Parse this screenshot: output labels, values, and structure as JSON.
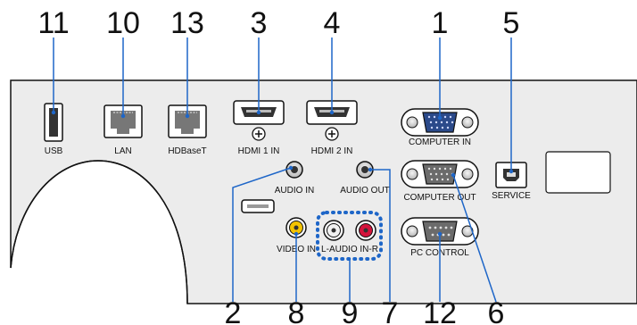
{
  "callouts": {
    "usb": "11",
    "lan": "10",
    "hdbaset": "13",
    "hdmi1": "3",
    "hdmi2": "4",
    "computer_in": "1",
    "service": "5",
    "audio_in": "2",
    "video_in": "8",
    "l_r_audio": "9",
    "audio_out": "7",
    "pc_control": "12",
    "computer_out": "6"
  },
  "port_labels": {
    "usb": "USB",
    "lan": "LAN",
    "hdbaset": "HDBaseT",
    "hdmi1": "HDMI 1 IN",
    "hdmi2": "HDMI 2 IN",
    "computer_in": "COMPUTER IN",
    "service": "SERVICE",
    "audio_in": "AUDIO IN",
    "audio_out": "AUDIO OUT",
    "computer_out": "COMPUTER OUT",
    "video_in": "VIDEO IN",
    "l_audio_r": "L-AUDIO IN-R",
    "pc_control": "PC CONTROL"
  },
  "colors": {
    "panel": "#ececec",
    "outline": "#111111",
    "rca_yellow": "#f3c300",
    "rca_red": "#d4143c",
    "callout_line": "#1e66c8",
    "dotted_group": "#1e66c8"
  },
  "icons": {
    "hdmi_ground": "plus-circle-icon",
    "usb": "usb-port-icon",
    "lan": "rj45-port-icon"
  }
}
